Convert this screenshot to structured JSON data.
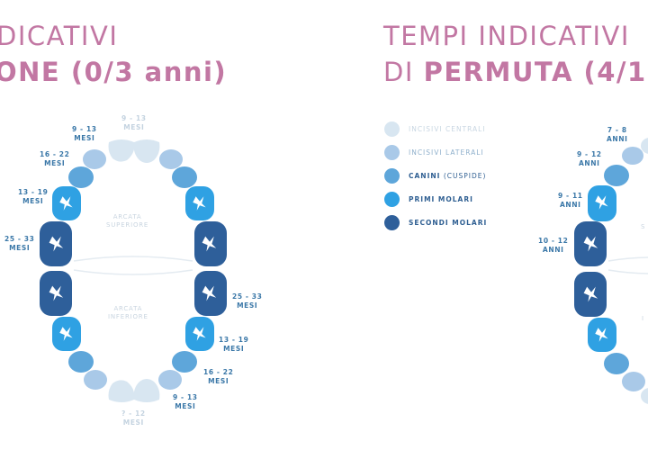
{
  "left_panel": {
    "title_line1": "DICATIVI",
    "title_line2": "ONE (0/3 anni)",
    "arch_upper": [
      "ARCATA",
      "SUPERIORE"
    ],
    "arch_lower": [
      "ARCATA",
      "INFERIORE"
    ],
    "labels": {
      "upper_incisor_central": [
        "9 - 13",
        "MESI"
      ],
      "upper_incisor_lateral": [
        "9 - 13",
        "MESI"
      ],
      "upper_canine": [
        "16 - 22",
        "MESI"
      ],
      "upper_first_molar": [
        "13 - 19",
        "MESI"
      ],
      "upper_second_molar": [
        "25 - 33",
        "MESI"
      ],
      "lower_second_molar": [
        "25 - 33",
        "MESI"
      ],
      "lower_first_molar": [
        "13 - 19",
        "MESI"
      ],
      "lower_canine": [
        "16 - 22",
        "MESI"
      ],
      "lower_incisor_lateral": [
        "9 - 13",
        "MESI"
      ],
      "lower_incisor_central": [
        "? - 12",
        "MESI"
      ]
    }
  },
  "right_panel": {
    "title_line1": "TEMPI INDICATIVI",
    "title_line2_prefix": "DI ",
    "title_line2_bold": "PERMUTA",
    "title_line2_suffix": " (4/1",
    "labels": {
      "incisor_lateral": [
        "7 - 8",
        "ANNI"
      ],
      "canine": [
        "9 - 12",
        "ANNI"
      ],
      "first_molar": [
        "9 - 11",
        "ANNI"
      ],
      "second_molar": [
        "10 - 12",
        "ANNI"
      ]
    },
    "arch_fragment": [
      "S",
      "I"
    ]
  },
  "legend": [
    {
      "label": "INCISIVI CENTRALI",
      "extra": "",
      "color": "#d8e6f1"
    },
    {
      "label": "INCISIVI LATERALI",
      "extra": "",
      "color": "#a9c9e8"
    },
    {
      "label": "CANINI",
      "extra": " (CUSPIDE)",
      "color": "#5ea6da"
    },
    {
      "label": "PRIMI MOLARI",
      "extra": "",
      "color": "#2fa1e3"
    },
    {
      "label": "SECONDI MOLARI",
      "extra": "",
      "color": "#2e5f9a"
    }
  ],
  "colors": {
    "title": "#c277a3",
    "incisor_central": "#d8e6f1",
    "incisor_lateral": "#a9c9e8",
    "canine": "#5ea6da",
    "first_molar": "#2fa1e3",
    "second_molar": "#2e5f9a",
    "label_text": "#3b78a8"
  }
}
